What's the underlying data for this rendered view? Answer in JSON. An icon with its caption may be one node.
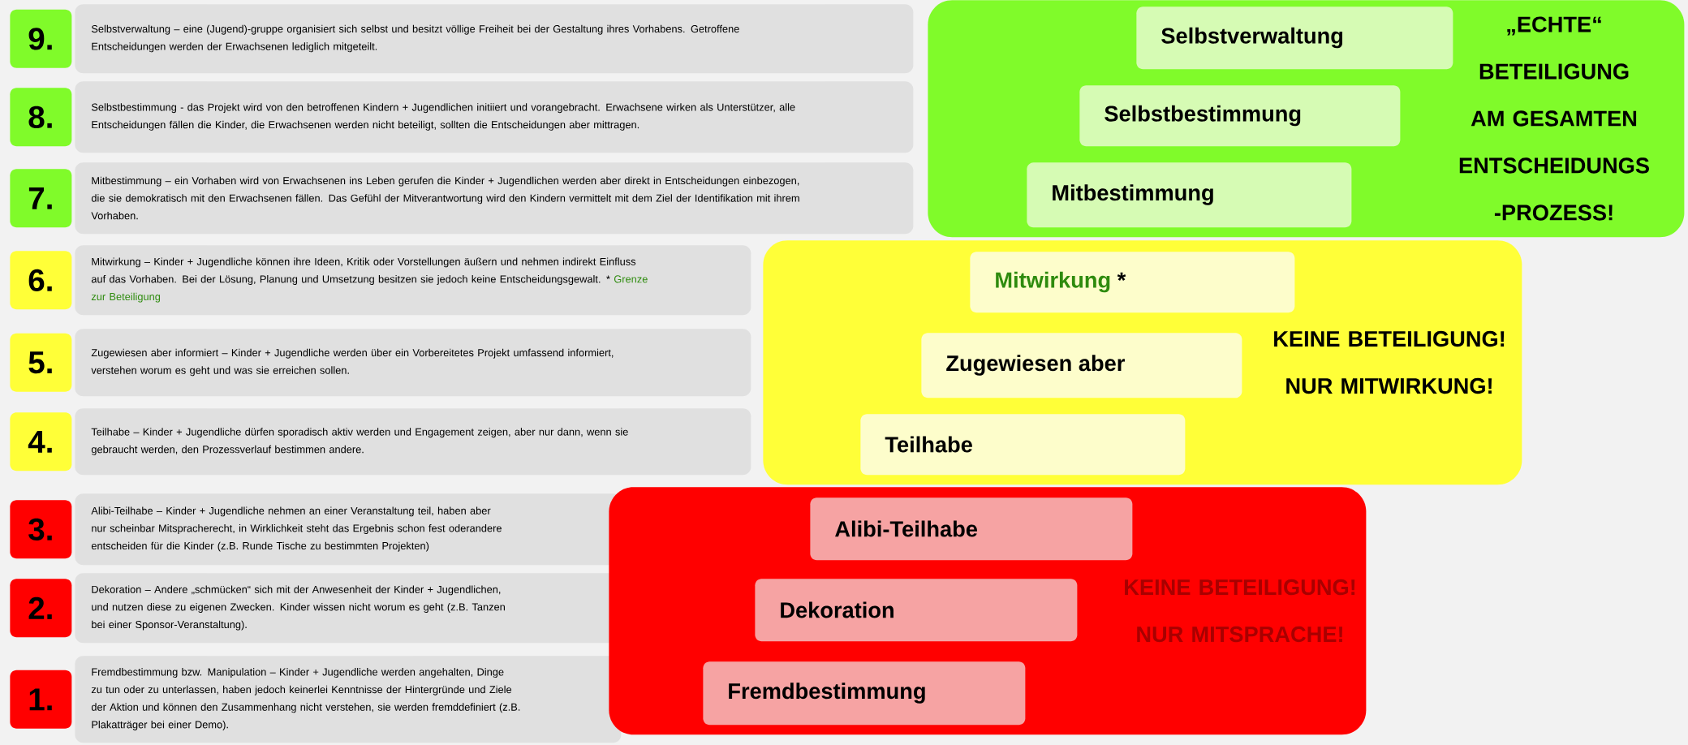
{
  "diagram": {
    "nodes": [
      {
        "text": [
          "9."
        ]
      },
      {
        "text": [
          "Selbstverwaltung – eine (Jugend)-gruppe organisiert sich selbst und besitzt völlige Freiheit bei der Gestaltung ihres Vorhabens. Getroffene Entscheidungen werden der Erwachsenen lediglich mitgeteilt."
        ]
      },
      {
        "text": [
          "8."
        ]
      },
      {
        "text": [
          "Selbstbestimmung - das Projekt wird von den betroffenen Kindern + Jugendlichen initiiert und vorangebracht. Erwachsene wirken als Unterstützer, alle Entscheidungen fällen die Kinder, die Erwachsenen werden nicht beteiligt, sollten die Entscheidungen aber mittragen."
        ]
      },
      {
        "text": [
          "7."
        ]
      },
      {
        "text": [
          "Mitbestimmung – ein Vorhaben wird von Erwachsenen ins Leben gerufen die Kinder + Jugendlichen werden aber direkt in Entscheidungen einbezogen, die sie demokratisch mit den Erwachsenen fällen. Das Gefühl der Mitverantwortung wird den Kindern vermittelt mit dem Ziel der Identifikation mit ihrem Vorhaben."
        ]
      },
      {
        "text": [
          "6."
        ]
      },
      {
        "text": [
          "Mitwirkung – Kinder + Jugendliche können ihre Ideen, Kritik oder Vorstellungen äußern und nehmen indirekt Einfluss auf das Vorhaben. Bei der Lösung, Planung und Umsetzung besitzen sie jedoch keine Entscheidungsgewalt. *",
          "Grenze zur Beteiligung"
        ]
      },
      {
        "text": [
          "5."
        ]
      },
      {
        "text": [
          "Zugewiesen aber informiert – Kinder + Jugendliche werden über ein Vorbereitetes Projekt umfassend informiert, verstehen worum es geht und was sie erreichen sollen."
        ]
      },
      {
        "text": [
          "4."
        ]
      },
      {
        "text": [
          "Teilhabe – Kinder + Jugendliche dürfen sporadisch aktiv werden und Engagement zeigen, aber nur dann, wenn sie gebraucht werden, den Prozessverlauf bestimmen andere."
        ]
      },
      {
        "text": [
          "3."
        ]
      },
      {
        "text": [
          "Alibi-Teilhabe – Kinder + Jugendliche nehmen an einer Veranstaltung teil, haben aber nur scheinbar Mitspracherecht, in Wirklichkeit steht das Ergebnis schon fest oderandere entscheiden für die Kinder (z.B. Runde Tische zu bestimmten Projekten)"
        ]
      },
      {
        "text": [
          "2."
        ]
      },
      {
        "text": [
          "Dekoration – Andere „schmücken“ sich mit der Anwesenheit der Kinder + Jugendlichen, und nutzen diese zu eigenen Zwecken. Kinder wissen nicht worum es geht (z.B. Tanzen bei einer Sponsor-Veranstaltung)."
        ]
      },
      {
        "text": [
          "1."
        ]
      },
      {
        "text": [
          "Fremdbestimmung bzw. Manipulation – Kinder + Jugendliche werden angehalten, Dinge zu tun oder zu unterlassen, haben jedoch keinerlei Kenntnisse der Hintergründe und Ziele der Aktion und können den Zusammenhang nicht verstehen, sie werden fremddefiniert (z.B. Plakatträger bei einer Demo)."
        ]
      },
      {
        "text": [
          "„ECHTE“ BETEILIGUNG AM GESAMTEN ENTSCHEIDUNGS -PROZESS!"
        ]
      },
      {
        "text": [
          "Selbstverwaltung"
        ],
        "in": 18
      },
      {
        "text": [
          "Selbstbestimmung"
        ],
        "in": 18
      },
      {
        "text": [
          "Mitbestimmung"
        ],
        "in": 18
      },
      {
        "text": [
          "KEINE BETEILIGUNG! NUR MITWIRKUNG!"
        ]
      },
      {
        "text": [
          "Mitwirkung",
          "*"
        ],
        "in": 22
      },
      {
        "text": [
          "Zugewiesen aber"
        ],
        "in": 22
      },
      {
        "text": [
          "Teilhabe"
        ],
        "in": 22
      },
      {
        "text": [
          "KEINE BETEILIGUNG! NUR MITSPRACHE!"
        ]
      },
      {
        "text": [
          "Alibi-Teilhabe"
        ],
        "in": 26
      },
      {
        "text": [
          "Dekoration"
        ],
        "in": 26
      },
      {
        "text": [
          "Fremdbestimmung"
        ],
        "in": 26
      }
    ]
  }
}
